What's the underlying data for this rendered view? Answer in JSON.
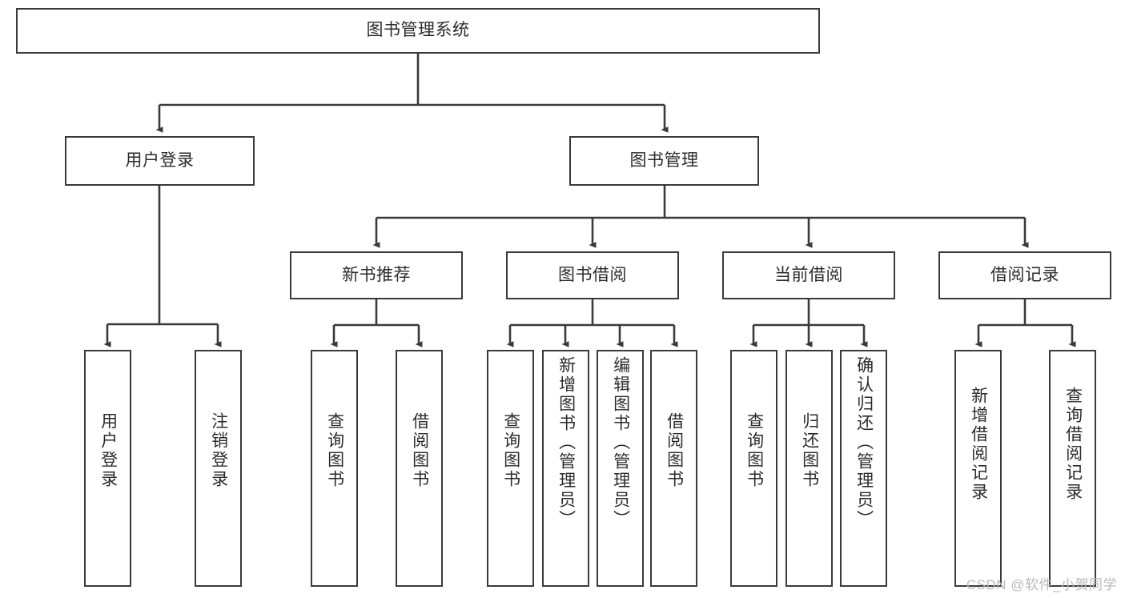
{
  "diagram": {
    "title": "图书管理系统",
    "watermark": "CSDN @软件_小贺同学",
    "colors": {
      "border": "#3a3a3a",
      "text": "#2b2b2b",
      "edge": "#3a3a3a",
      "background": "#ffffff",
      "watermark": "#b9b9b9"
    },
    "levels": {
      "root": {
        "label": "图书管理系统"
      },
      "level2": [
        {
          "label": "用户登录"
        },
        {
          "label": "图书管理"
        }
      ],
      "level3": [
        {
          "label": "新书推荐"
        },
        {
          "label": "图书借阅"
        },
        {
          "label": "当前借阅"
        },
        {
          "label": "借阅记录"
        }
      ],
      "level4": {
        "user_login_children": [
          {
            "label": "用户登录"
          },
          {
            "label": "注销登录"
          }
        ],
        "new_book_children": [
          {
            "label": "查询图书"
          },
          {
            "label": "借阅图书"
          }
        ],
        "book_borrow_children": [
          {
            "label": "查询图书"
          },
          {
            "label": "新增图书（管理员）"
          },
          {
            "label": "编辑图书（管理员）"
          },
          {
            "label": "借阅图书"
          }
        ],
        "current_borrow_children": [
          {
            "label": "查询图书"
          },
          {
            "label": "归还图书"
          },
          {
            "label": "确认归还（管理员）"
          }
        ],
        "borrow_record_children": [
          {
            "label": "新增借阅记录"
          },
          {
            "label": "查询借阅记录"
          }
        ]
      }
    }
  }
}
